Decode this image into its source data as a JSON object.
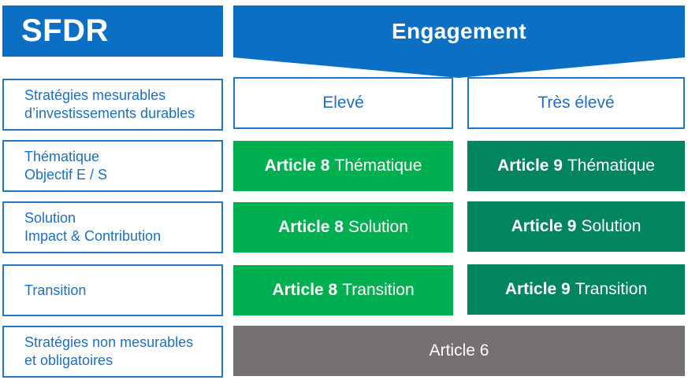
{
  "header": {
    "sfdr_label": "SFDR",
    "engagement_label": "Engagement"
  },
  "columns": {
    "high": "Elevé",
    "very_high": "Très élevé"
  },
  "rows": [
    {
      "label": "Stratégies mesurables\nd’investissements durables"
    },
    {
      "label": "Thématique\nObjectif E / S",
      "art8_bold": "Article 8",
      "art8_rest": "Thématique",
      "art9_bold": "Article 9",
      "art9_rest": "Thématique"
    },
    {
      "label": "Solution\nImpact & Contribution",
      "art8_bold": "Article 8",
      "art8_rest": "Solution",
      "art9_bold": "Article 9",
      "art9_rest": "Solution"
    },
    {
      "label": "Transition",
      "art8_bold": "Article 8",
      "art8_rest": "Transition",
      "art9_bold": "Article 9",
      "art9_rest": "Transition"
    },
    {
      "label": "Stratégies non mesurables\net obligatoires",
      "article6": "Article 6"
    }
  ],
  "colors": {
    "blue": "#0b6fc4",
    "border_blue": "#1f78c8",
    "article8_green": "#00af50",
    "article9_green": "#00855f",
    "article6_grey": "#767171"
  }
}
